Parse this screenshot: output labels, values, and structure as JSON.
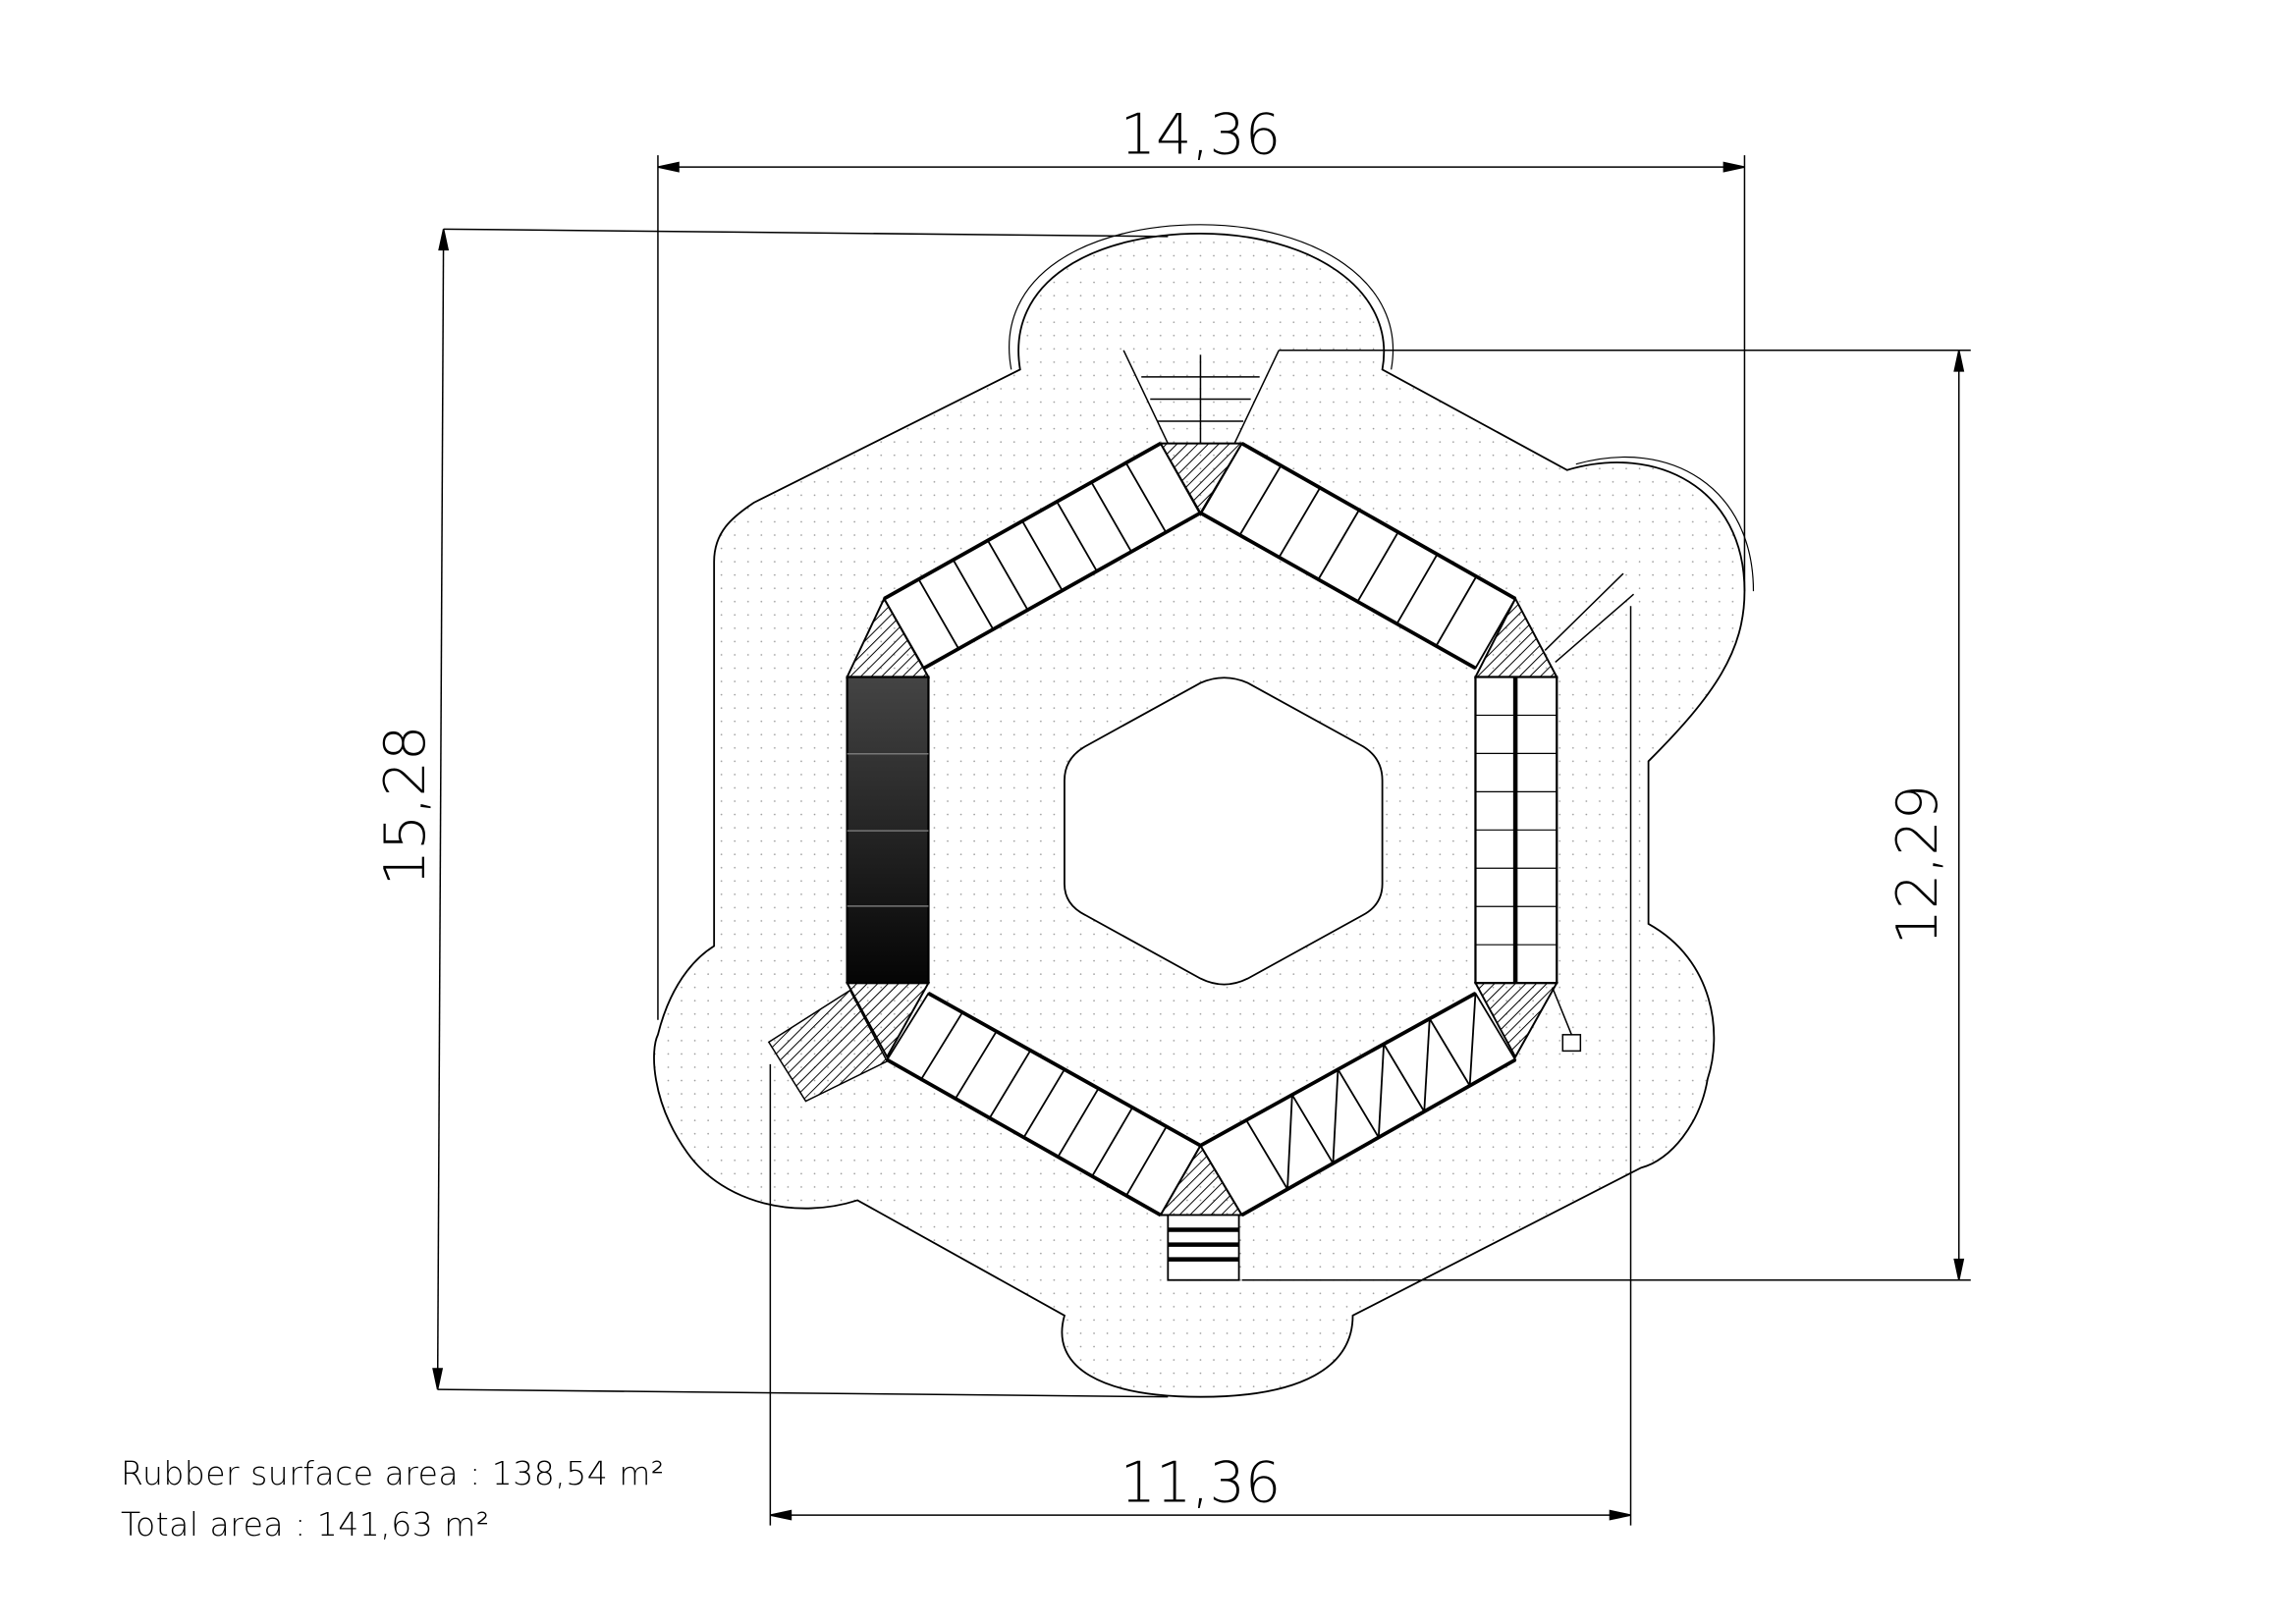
{
  "dimensions": {
    "top_width": "14,36",
    "bottom_width": "11,36",
    "left_height": "15,28",
    "right_height": "12,29"
  },
  "notes": {
    "rubber_surface_area": "Rubber surface area : 138,54 m²",
    "total_area": "Total area : 141,63 m²"
  },
  "colors": {
    "line": "#000000",
    "dark_panel": "#1a1a1a",
    "surface_dots": "#9a9a9a"
  }
}
